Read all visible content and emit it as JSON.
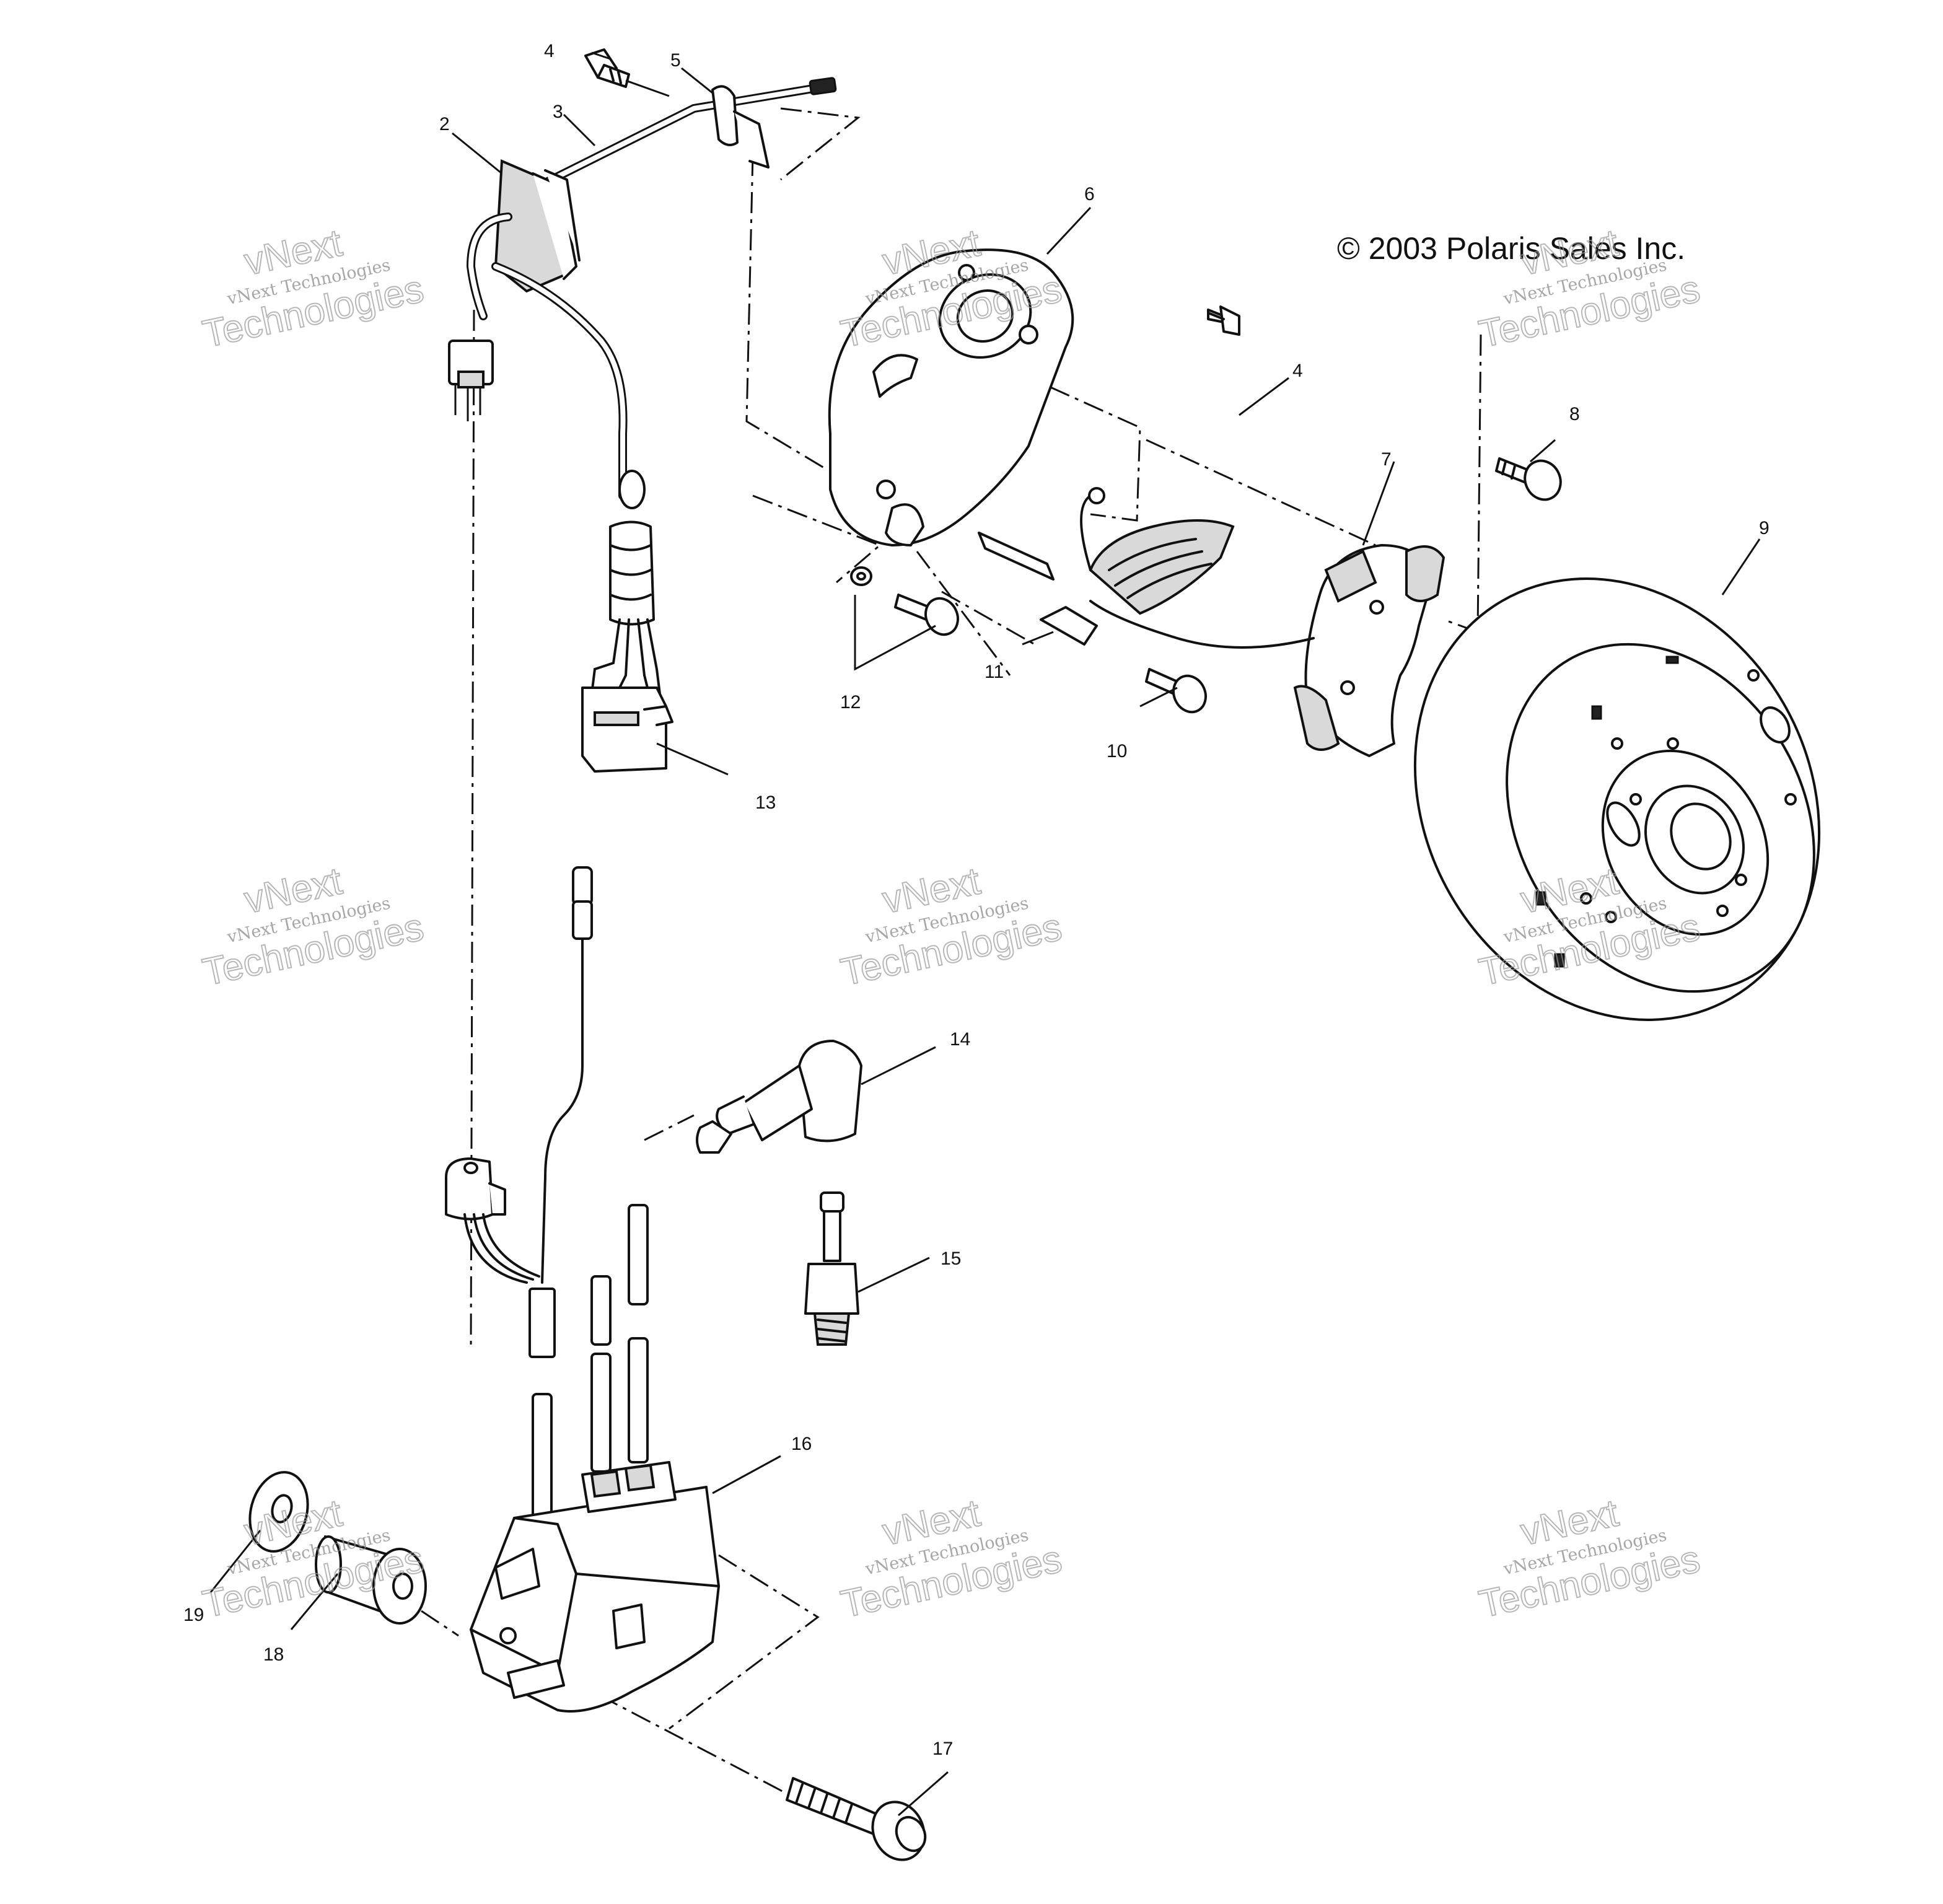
{
  "copyright": "© 2003 Polaris Sales Inc.",
  "watermark": {
    "small": "vNext Technologies",
    "big_top": "vNext",
    "big_bottom": "Technologies"
  },
  "callouts": [
    "2",
    "3",
    "4",
    "4",
    "5",
    "6",
    "7",
    "8",
    "9",
    "10",
    "11",
    "12",
    "13",
    "14",
    "15",
    "16",
    "17",
    "18",
    "19"
  ]
}
